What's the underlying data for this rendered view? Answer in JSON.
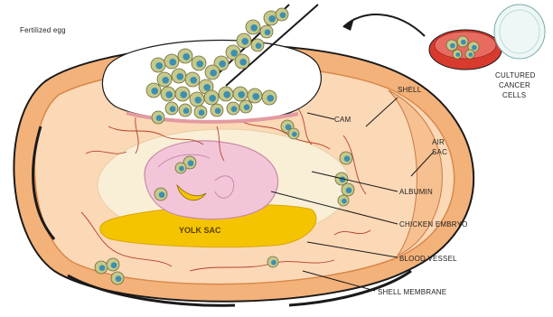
{
  "caption": "Fertilized egg",
  "labels": {
    "cam": "CAM",
    "shell": "SHELL",
    "air_sac_1": "AIR",
    "air_sac_2": "SAC",
    "albumin": "ALBUMIN",
    "chicken_embryo": "CHICKEN EMBRYO",
    "yolk_sac": "YOLK SAC",
    "blood_vessel": "BLOOD VESSEL",
    "shell_membrane": "SHELL MEMBRANE",
    "cultured_1": "CULTURED",
    "cultured_2": "CANCER",
    "cultured_3": "CELLS"
  },
  "colors": {
    "shell_outer": "#f3b27a",
    "shell_inner": "#fbd8b6",
    "albumin": "#f9efd7",
    "yolk": "#f5c400",
    "embryo": "#f2c6d8",
    "vessel": "#b5422a",
    "cell_fill": "#c7c98a",
    "cell_nucleus": "#3c8fb0",
    "dish_red": "#d83a2e",
    "outline": "#1a1a1a"
  }
}
